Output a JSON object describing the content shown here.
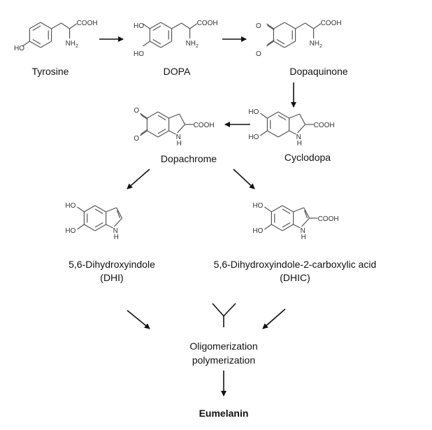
{
  "compounds": {
    "tyrosine": "Tyrosine",
    "dopa": "DOPA",
    "dopaquinone": "Dopaquinone",
    "cyclodopa": "Cyclodopa",
    "dopachrome": "Dopachrome",
    "dhi_name": "5,6-Dihydroxyindole",
    "dhi_abbr": "(DHI)",
    "dhic_name": "5,6-Dihydroxyindole-2-carboxylic acid",
    "dhic_abbr": "(DHIC)",
    "oligo_line1": "Oligomerization",
    "oligo_line2": "polymerization",
    "eumelanin": "Eumelanin"
  },
  "atoms": {
    "cooh": "COOH",
    "nh2": "NH",
    "sub2": "2",
    "ho": "HO",
    "o": "O",
    "n": "N",
    "h": "H"
  },
  "colors": {
    "bond": "#555555",
    "arrow": "#111111"
  }
}
